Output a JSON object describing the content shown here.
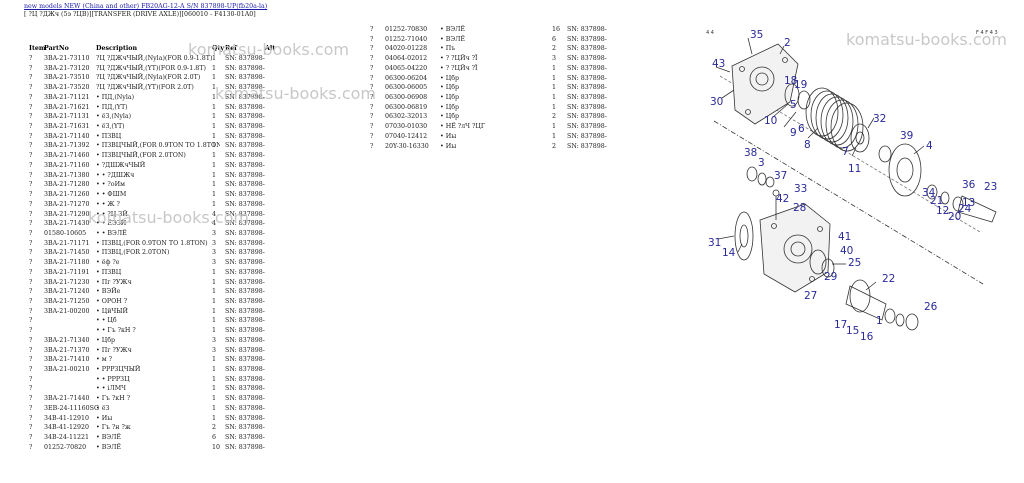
{
  "header": {
    "breadcrumb": "new models NEW (China and other) FB20AG-12-A S/N 837898-UP(fb20a-la)",
    "subtitle": "[ ?Ц ?ДЖч (5э ?ЦВ)][TRANSFER (DRIVE AXLE)][060010 - F4130-01A0]"
  },
  "columns": {
    "item": "Item",
    "part": "PartNo",
    "desc": "Description",
    "qty": "Qty",
    "ref": "Ref",
    "alt": "Alt"
  },
  "table1": [
    {
      "item": "?",
      "part": "3BA-21-73110",
      "desc": "?Ц ?ДЖчЧЫЙ,(Nyla)(FOR 0.9-1.8T)",
      "qty": "1",
      "ref": "SN: 837898-"
    },
    {
      "item": "?",
      "part": "3BA-21-73120",
      "desc": "?Ц ?ДЖчЧЫЙ,(YT)(FOR 0.9-1.8T)",
      "qty": "1",
      "ref": "SN: 837898-"
    },
    {
      "item": "?",
      "part": "3BA-21-73510",
      "desc": "?Ц ?ДЖчЧЫЙ,(Nyla)(FOR 2.0T)",
      "qty": "1",
      "ref": "SN: 837898-"
    },
    {
      "item": "?",
      "part": "3BA-21-73520",
      "desc": "?Ц ?ДЖчЧЫЙ,(YT)(FOR 2.0T)",
      "qty": "1",
      "ref": "SN: 837898-"
    },
    {
      "item": "?",
      "part": "3BA-21-71121",
      "desc": "• ПД,(Nyla)",
      "qty": "1",
      "ref": "SN: 837898-"
    },
    {
      "item": "?",
      "part": "3BA-21-71621",
      "desc": "• ПД,(YT)",
      "qty": "1",
      "ref": "SN: 837898-"
    },
    {
      "item": "?",
      "part": "3BA-21-71131",
      "desc": "• ёЗ,(Nyla)",
      "qty": "1",
      "ref": "SN: 837898-"
    },
    {
      "item": "?",
      "part": "3BA-21-71631",
      "desc": "• ёЗ,(YT)",
      "qty": "1",
      "ref": "SN: 837898-"
    },
    {
      "item": "?",
      "part": "3BA-21-71140",
      "desc": "• ПЗВЦ",
      "qty": "1",
      "ref": "SN: 837898-"
    },
    {
      "item": "?",
      "part": "3BA-21-71392",
      "desc": "• ПЗВЦЧЫЙ,(FOR 0.9TON TO 1.8TON)",
      "qty": "1",
      "ref": "SN: 837898-"
    },
    {
      "item": "?",
      "part": "3BA-21-71460",
      "desc": "• ПЗВЦЧЫЙ,(FOR 2.0TON)",
      "qty": "1",
      "ref": "SN: 837898-"
    },
    {
      "item": "?",
      "part": "3BA-21-71160",
      "desc": "• ?ДШЖчЧЫЙ",
      "qty": "1",
      "ref": "SN: 837898-"
    },
    {
      "item": "?",
      "part": "3BA-21-71380",
      "desc": "• • ?ДШЖч",
      "qty": "1",
      "ref": "SN: 837898-"
    },
    {
      "item": "?",
      "part": "3BA-21-71280",
      "desc": "• • ?оИм",
      "qty": "1",
      "ref": "SN: 837898-"
    },
    {
      "item": "?",
      "part": "3BA-21-71260",
      "desc": "• • ФШМ",
      "qty": "1",
      "ref": "SN: 837898-"
    },
    {
      "item": "?",
      "part": "3BA-21-71270",
      "desc": "• • Ж ?",
      "qty": "1",
      "ref": "SN: 837898-"
    },
    {
      "item": "?",
      "part": "3BA-21-71290",
      "desc": "• • ?Ц ЗЙ",
      "qty": "4",
      "ref": "SN: 837898-"
    },
    {
      "item": "?",
      "part": "3BA-21-71430",
      "desc": "• • ЁЭЗЙ",
      "qty": "4",
      "ref": "SN: 837898-"
    },
    {
      "item": "?",
      "part": "01580-10605",
      "desc": "• • ВЭЛЁ",
      "qty": "3",
      "ref": "SN: 837898-"
    },
    {
      "item": "?",
      "part": "3BA-21-71171",
      "desc": "• ПЗВЦ,(FOR 0.9TON TO 1.8TON)",
      "qty": "3",
      "ref": "SN: 837898-"
    },
    {
      "item": "?",
      "part": "3BA-21-71450",
      "desc": "• ПЗВЦ,(FOR 2.0TON)",
      "qty": "3",
      "ref": "SN: 837898-"
    },
    {
      "item": "?",
      "part": "3BA-21-71180",
      "desc": "• ёф ?е",
      "qty": "3",
      "ref": "SN: 837898-"
    },
    {
      "item": "?",
      "part": "3BA-21-71191",
      "desc": "• ПЗВЦ",
      "qty": "1",
      "ref": "SN: 837898-"
    },
    {
      "item": "?",
      "part": "3BA-21-71230",
      "desc": "• Пг ?УЖч",
      "qty": "1",
      "ref": "SN: 837898-"
    },
    {
      "item": "?",
      "part": "3BA-21-71240",
      "desc": "• ВЭЙе",
      "qty": "1",
      "ref": "SN: 837898-"
    },
    {
      "item": "?",
      "part": "3BA-21-71250",
      "desc": "• ОРОН ?",
      "qty": "1",
      "ref": "SN: 837898-"
    },
    {
      "item": "?",
      "part": "3BA-21-00200",
      "desc": "• ЦйЧЫЙ",
      "qty": "1",
      "ref": "SN: 837898-"
    },
    {
      "item": "?",
      "part": "",
      "desc": "• • Цб",
      "qty": "1",
      "ref": "SN: 837898-"
    },
    {
      "item": "?",
      "part": "",
      "desc": "• • Гъ ?кН ?",
      "qty": "1",
      "ref": "SN: 837898-"
    },
    {
      "item": "?",
      "part": "3BA-21-71340",
      "desc": "• Цбр",
      "qty": "3",
      "ref": "SN: 837898-"
    },
    {
      "item": "?",
      "part": "3BA-21-71370",
      "desc": "• Пг ?УЖч",
      "qty": "3",
      "ref": "SN: 837898-"
    },
    {
      "item": "?",
      "part": "3BA-21-71410",
      "desc": "• м ?",
      "qty": "1",
      "ref": "SN: 837898-"
    },
    {
      "item": "?",
      "part": "3BA-21-00210",
      "desc": "• РРРЗЦЧЫЙ",
      "qty": "1",
      "ref": "SN: 837898-"
    },
    {
      "item": "?",
      "part": "",
      "desc": "• • РРРЗЦ",
      "qty": "1",
      "ref": "SN: 837898-"
    },
    {
      "item": "?",
      "part": "",
      "desc": "• • іЛМЧ",
      "qty": "1",
      "ref": "SN: 837898-"
    },
    {
      "item": "?",
      "part": "3BA-21-71440",
      "desc": "• Гъ ?кН ?",
      "qty": "1",
      "ref": "SN: 837898-"
    },
    {
      "item": "?",
      "part": "3EB-24-11160SG",
      "desc": "• ёЗ",
      "qty": "1",
      "ref": "SN: 837898-"
    },
    {
      "item": "?",
      "part": "34B-41-12910",
      "desc": "• Иы",
      "qty": "1",
      "ref": "SN: 837898-"
    },
    {
      "item": "?",
      "part": "34B-41-12920",
      "desc": "• Гъ ?н ?ж",
      "qty": "2",
      "ref": "SN: 837898-"
    },
    {
      "item": "?",
      "part": "34B-24-11221",
      "desc": "• ВЭЛЁ",
      "qty": "6",
      "ref": "SN: 837898-"
    },
    {
      "item": "?",
      "part": "01252-70820",
      "desc": "• ВЭЛЁ",
      "qty": "10",
      "ref": "SN: 837898-"
    }
  ],
  "table2": [
    {
      "item": "?",
      "part": "01252-70830",
      "desc": "• ВЭЛЁ",
      "qty": "16",
      "ref": "SN: 837898-"
    },
    {
      "item": "?",
      "part": "01252-71040",
      "desc": "• ВЭЛЁ",
      "qty": "6",
      "ref": "SN: 837898-"
    },
    {
      "item": "?",
      "part": "04020-01228",
      "desc": "• Пъ",
      "qty": "2",
      "ref": "SN: 837898-"
    },
    {
      "item": "?",
      "part": "04064-02012",
      "desc": "• ? ?ЦЙч ?Ї",
      "qty": "3",
      "ref": "SN: 837898-"
    },
    {
      "item": "?",
      "part": "04065-04220",
      "desc": "• ? ?ЦЙч ?Ї",
      "qty": "1",
      "ref": "SN: 837898-"
    },
    {
      "item": "?",
      "part": "06300-06204",
      "desc": "• Цбр",
      "qty": "1",
      "ref": "SN: 837898-"
    },
    {
      "item": "?",
      "part": "06300-06005",
      "desc": "• Цбр",
      "qty": "1",
      "ref": "SN: 837898-"
    },
    {
      "item": "?",
      "part": "06300-06908",
      "desc": "• Цбр",
      "qty": "1",
      "ref": "SN: 837898-"
    },
    {
      "item": "?",
      "part": "06300-06819",
      "desc": "• Цбр",
      "qty": "1",
      "ref": "SN: 837898-"
    },
    {
      "item": "?",
      "part": "06302-32013",
      "desc": "• Цбр",
      "qty": "2",
      "ref": "SN: 837898-"
    },
    {
      "item": "?",
      "part": "07030-01030",
      "desc": "• НЁ ?лЧ ?ЦГ",
      "qty": "1",
      "ref": "SN: 837898-"
    },
    {
      "item": "?",
      "part": "07040-12412",
      "desc": "• Иы",
      "qty": "1",
      "ref": "SN: 837898-"
    },
    {
      "item": "?",
      "part": "20Y-30-16330",
      "desc": "• Иы",
      "qty": "2",
      "ref": "SN: 837898-"
    }
  ],
  "watermark": "komatsu-books.com",
  "diagram": {
    "corner_left": "4 4",
    "corner_right": "F 4 F 4 3",
    "callouts": [
      "35",
      "2",
      "43",
      "30",
      "18",
      "19",
      "5",
      "6",
      "10",
      "9",
      "8",
      "7",
      "32",
      "39",
      "4",
      "11",
      "38",
      "3",
      "37",
      "36",
      "23",
      "34",
      "21",
      "12",
      "20",
      "24",
      "13",
      "33",
      "42",
      "28",
      "41",
      "40",
      "31",
      "14",
      "25",
      "29",
      "27",
      "22",
      "26",
      "17",
      "15",
      "16",
      "1"
    ]
  },
  "colors": {
    "link": "#1a1aaa",
    "callout": "#2a2a9a",
    "watermark": "#c8c8c8"
  }
}
